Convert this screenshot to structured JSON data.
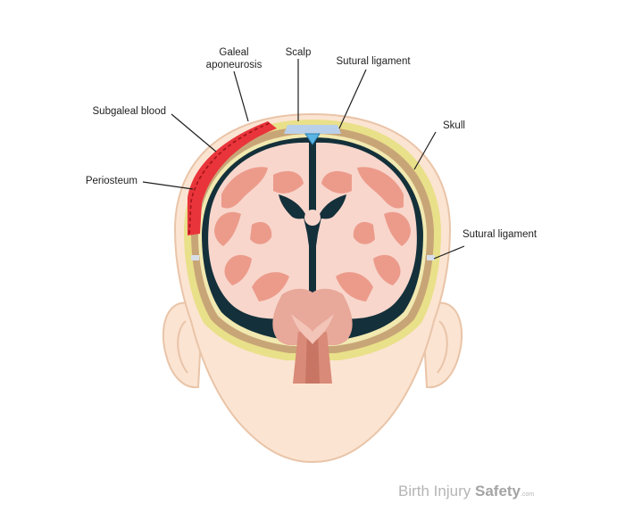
{
  "labels": {
    "galeal_line1": "Galeal",
    "galeal_line2": "aponeurosis",
    "scalp": "Scalp",
    "sutural_top": "Sutural ligament",
    "subgaleal": "Subgaleal blood",
    "skull": "Skull",
    "periosteum": "Periosteum",
    "sutural_side": "Sutural ligament"
  },
  "watermark": {
    "part1": "Birth Injury ",
    "part2": "Safety",
    "part3": ".com"
  },
  "colors": {
    "skin": "#fbe4d2",
    "skin_outline": "#e9c4a8",
    "galea": "#e9e08a",
    "skull": "#c8a577",
    "dark_csf": "#14303a",
    "brain_light": "#f8d6cc",
    "brain_mid": "#ec9b8b",
    "brain_deep": "#dc8a78",
    "subgaleal_blood": "#e8343a",
    "suture": "#b9d0ea",
    "sinus": "#5ab4e4"
  },
  "icons": {
    "sinus": "triangle-sinus-icon"
  }
}
